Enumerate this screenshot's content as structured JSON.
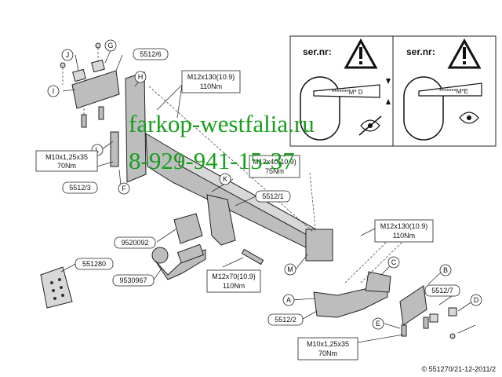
{
  "serial": {
    "label": "ser.nr:",
    "code_left": "*******M* D",
    "code_right": "*******M*E"
  },
  "watermark": {
    "line1": "farkop-westfalia.ru",
    "line2": "8-929-941-15-37"
  },
  "parts": {
    "p5512_6": "5512/6",
    "p5512_3": "5512/3",
    "p5512_1": "5512/1",
    "p5512_7": "5512/7",
    "p5512_2": "5512/2",
    "p9520092": "9520092",
    "p9530967": "9530967",
    "p551280": "551280"
  },
  "letters": {
    "G": "G",
    "J": "J",
    "I": "I",
    "H": "H",
    "L": "L",
    "F": "F",
    "K": "K",
    "M": "M",
    "A": "A",
    "B": "B",
    "C": "C",
    "D": "D",
    "E": "E"
  },
  "bolts": {
    "top_center": {
      "size": "M12x130(10.9)",
      "torque": "110Nm"
    },
    "left": {
      "size": "M10x1,25x35",
      "torque": "70Nm"
    },
    "center": {
      "size": "M12x40(10.9)",
      "torque": "75Nm"
    },
    "right": {
      "size": "M12x130(10.9)",
      "torque": "110Nm"
    },
    "bottom_center": {
      "size": "M12x70(10.9)",
      "torque": "110Nm"
    },
    "bottom_right": {
      "size": "M10x1,25x35",
      "torque": "70Nm"
    }
  },
  "footer": {
    "copyright": "© 551270/21-12-2011/2"
  }
}
